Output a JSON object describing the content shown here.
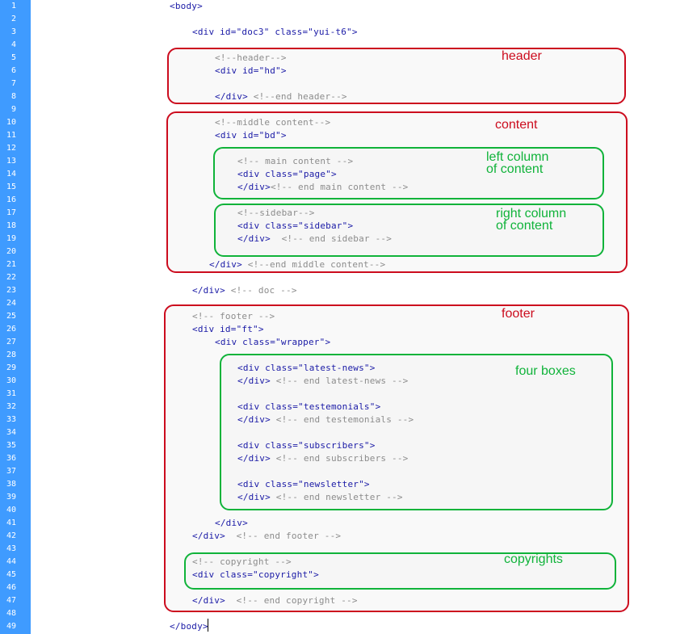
{
  "lines": [
    {
      "indent": 0,
      "tokens": [
        [
          "t",
          "<body>"
        ]
      ]
    },
    {
      "indent": 0,
      "tokens": []
    },
    {
      "indent": 1,
      "tokens": [
        [
          "t",
          "<div id=\"doc3\" class=\"yui-t6\">"
        ]
      ]
    },
    {
      "indent": 0,
      "tokens": []
    },
    {
      "indent": 2,
      "tokens": [
        [
          "c",
          "<!--header-->"
        ]
      ]
    },
    {
      "indent": 2,
      "tokens": [
        [
          "t",
          "<div id=\"hd\">"
        ]
      ]
    },
    {
      "indent": 0,
      "tokens": []
    },
    {
      "indent": 2,
      "tokens": [
        [
          "t",
          "</div> "
        ],
        [
          "c",
          "<!--end header-->"
        ]
      ]
    },
    {
      "indent": 0,
      "tokens": []
    },
    {
      "indent": 2,
      "tokens": [
        [
          "c",
          "<!--middle content-->"
        ]
      ]
    },
    {
      "indent": 2,
      "tokens": [
        [
          "t",
          "<div id=\"bd\">"
        ]
      ]
    },
    {
      "indent": 0,
      "tokens": []
    },
    {
      "indent": 3,
      "tokens": [
        [
          "c",
          "<!-- main content -->"
        ]
      ]
    },
    {
      "indent": 3,
      "tokens": [
        [
          "t",
          "<div class=\"page\">"
        ]
      ]
    },
    {
      "indent": 3,
      "tokens": [
        [
          "t",
          "</div>"
        ],
        [
          "c",
          "<!-- end main content -->"
        ]
      ]
    },
    {
      "indent": 0,
      "tokens": []
    },
    {
      "indent": 3,
      "tokens": [
        [
          "c",
          "<!--sidebar-->"
        ]
      ]
    },
    {
      "indent": 3,
      "tokens": [
        [
          "t",
          "<div class=\"sidebar\">"
        ]
      ]
    },
    {
      "indent": 3,
      "tokens": [
        [
          "t",
          "</div>  "
        ],
        [
          "c",
          "<!-- end sidebar -->"
        ]
      ]
    },
    {
      "indent": 0,
      "tokens": []
    },
    {
      "indent": 1.75,
      "tokens": [
        [
          "t",
          "</div> "
        ],
        [
          "c",
          "<!--end middle content-->"
        ]
      ]
    },
    {
      "indent": 0,
      "tokens": []
    },
    {
      "indent": 1,
      "tokens": [
        [
          "t",
          "</div> "
        ],
        [
          "c",
          "<!-- doc -->"
        ]
      ]
    },
    {
      "indent": 0,
      "tokens": []
    },
    {
      "indent": 1,
      "tokens": [
        [
          "c",
          "<!-- footer -->"
        ]
      ]
    },
    {
      "indent": 1,
      "tokens": [
        [
          "t",
          "<div id=\"ft\">"
        ]
      ]
    },
    {
      "indent": 2,
      "tokens": [
        [
          "t",
          "<div class=\"wrapper\">"
        ]
      ]
    },
    {
      "indent": 0,
      "tokens": []
    },
    {
      "indent": 3,
      "tokens": [
        [
          "t",
          "<div class=\"latest-news\">"
        ]
      ]
    },
    {
      "indent": 3,
      "tokens": [
        [
          "t",
          "</div> "
        ],
        [
          "c",
          "<!-- end latest-news -->"
        ]
      ]
    },
    {
      "indent": 0,
      "tokens": []
    },
    {
      "indent": 3,
      "tokens": [
        [
          "t",
          "<div class=\"testemonials\">"
        ]
      ]
    },
    {
      "indent": 3,
      "tokens": [
        [
          "t",
          "</div> "
        ],
        [
          "c",
          "<!-- end testemonials -->"
        ]
      ]
    },
    {
      "indent": 0,
      "tokens": []
    },
    {
      "indent": 3,
      "tokens": [
        [
          "t",
          "<div class=\"subscribers\">"
        ]
      ]
    },
    {
      "indent": 3,
      "tokens": [
        [
          "t",
          "</div> "
        ],
        [
          "c",
          "<!-- end subscribers -->"
        ]
      ]
    },
    {
      "indent": 0,
      "tokens": []
    },
    {
      "indent": 3,
      "tokens": [
        [
          "t",
          "<div class=\"newsletter\">"
        ]
      ]
    },
    {
      "indent": 3,
      "tokens": [
        [
          "t",
          "</div> "
        ],
        [
          "c",
          "<!-- end newsletter -->"
        ]
      ]
    },
    {
      "indent": 0,
      "tokens": []
    },
    {
      "indent": 2,
      "tokens": [
        [
          "t",
          "</div>"
        ]
      ]
    },
    {
      "indent": 1,
      "tokens": [
        [
          "t",
          "</div>  "
        ],
        [
          "c",
          "<!-- end footer -->"
        ]
      ]
    },
    {
      "indent": 0,
      "tokens": []
    },
    {
      "indent": 1,
      "tokens": [
        [
          "c",
          "<!-- copyright -->"
        ]
      ]
    },
    {
      "indent": 1,
      "tokens": [
        [
          "t",
          "<div class=\"copyright\">"
        ]
      ]
    },
    {
      "indent": 0,
      "tokens": []
    },
    {
      "indent": 1,
      "tokens": [
        [
          "t",
          "</div>  "
        ],
        [
          "c",
          "<!-- end copyright -->"
        ]
      ]
    },
    {
      "indent": 0,
      "tokens": []
    },
    {
      "indent": 0,
      "tokens": [
        [
          "t",
          "</body>"
        ]
      ]
    }
  ],
  "annotations": {
    "header": "header",
    "content": "content",
    "left_column": "left column\nof content",
    "right_column": "right column\nof content",
    "footer": "footer",
    "four_boxes": "four boxes",
    "copyrights": "copyrights"
  },
  "colors": {
    "gutter": "#3f9bff",
    "tag": "#1a1aa6",
    "comment": "#8c8c8c",
    "red_outline": "#cc0c1e",
    "green_outline": "#10b33a"
  }
}
